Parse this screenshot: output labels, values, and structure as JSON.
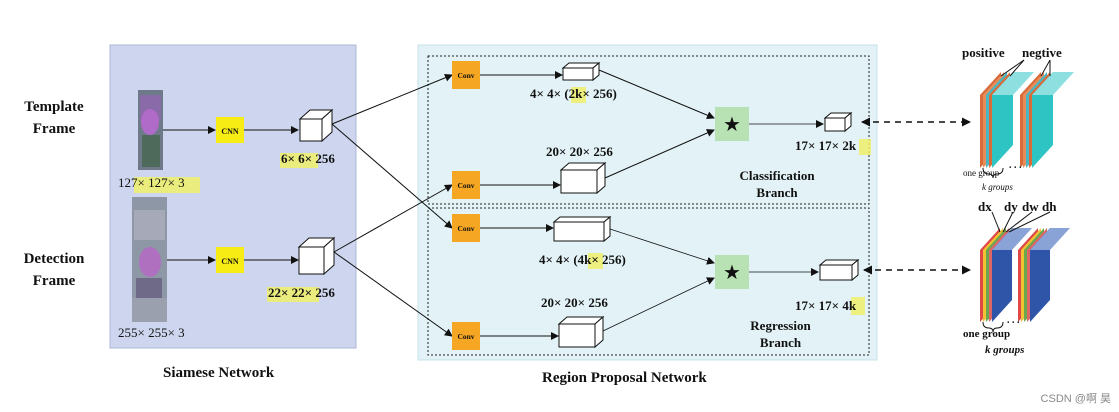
{
  "siamese": {
    "title": "Siamese Network",
    "template_label": "Template Frame",
    "detection_label": "Detection Frame",
    "template_size": "127× 127× 3",
    "detection_size": "255× 255× 3",
    "cnn_label": "CNN",
    "template_feat": "6× 6× 256",
    "detection_feat": "22× 22× 256"
  },
  "rpn": {
    "title": "Region Proposal Network",
    "conv_label": "Conv",
    "cls_kernel": "4× 4× (2k× 256)",
    "cls_search": "20× 20× 256",
    "cls_out": "17× 17× 2k",
    "cls_branch": "Classification Branch",
    "reg_kernel": "4× 4× (4k× 256)",
    "reg_search": "20× 20× 256",
    "reg_out": "17× 17× 4k",
    "reg_branch": "Regression Branch",
    "corr_symbol": "★"
  },
  "outputs": {
    "positive": "positive",
    "negative": "negtive",
    "one_group": "one group",
    "k_groups": "k groups",
    "dx": "dx",
    "dy": "dy",
    "dw": "dw",
    "dh": "dh"
  },
  "watermark": "CSDN @啊 昊",
  "colors": {
    "siamese_bg": "#cdd6ee",
    "rpn_bg": "#e2f2f6",
    "conv": "#f5a623",
    "cnn": "#f7ec13",
    "corr": "#b9e2b4",
    "cls_face": "#2ec4c4",
    "reg_face": "#2f55a8"
  }
}
